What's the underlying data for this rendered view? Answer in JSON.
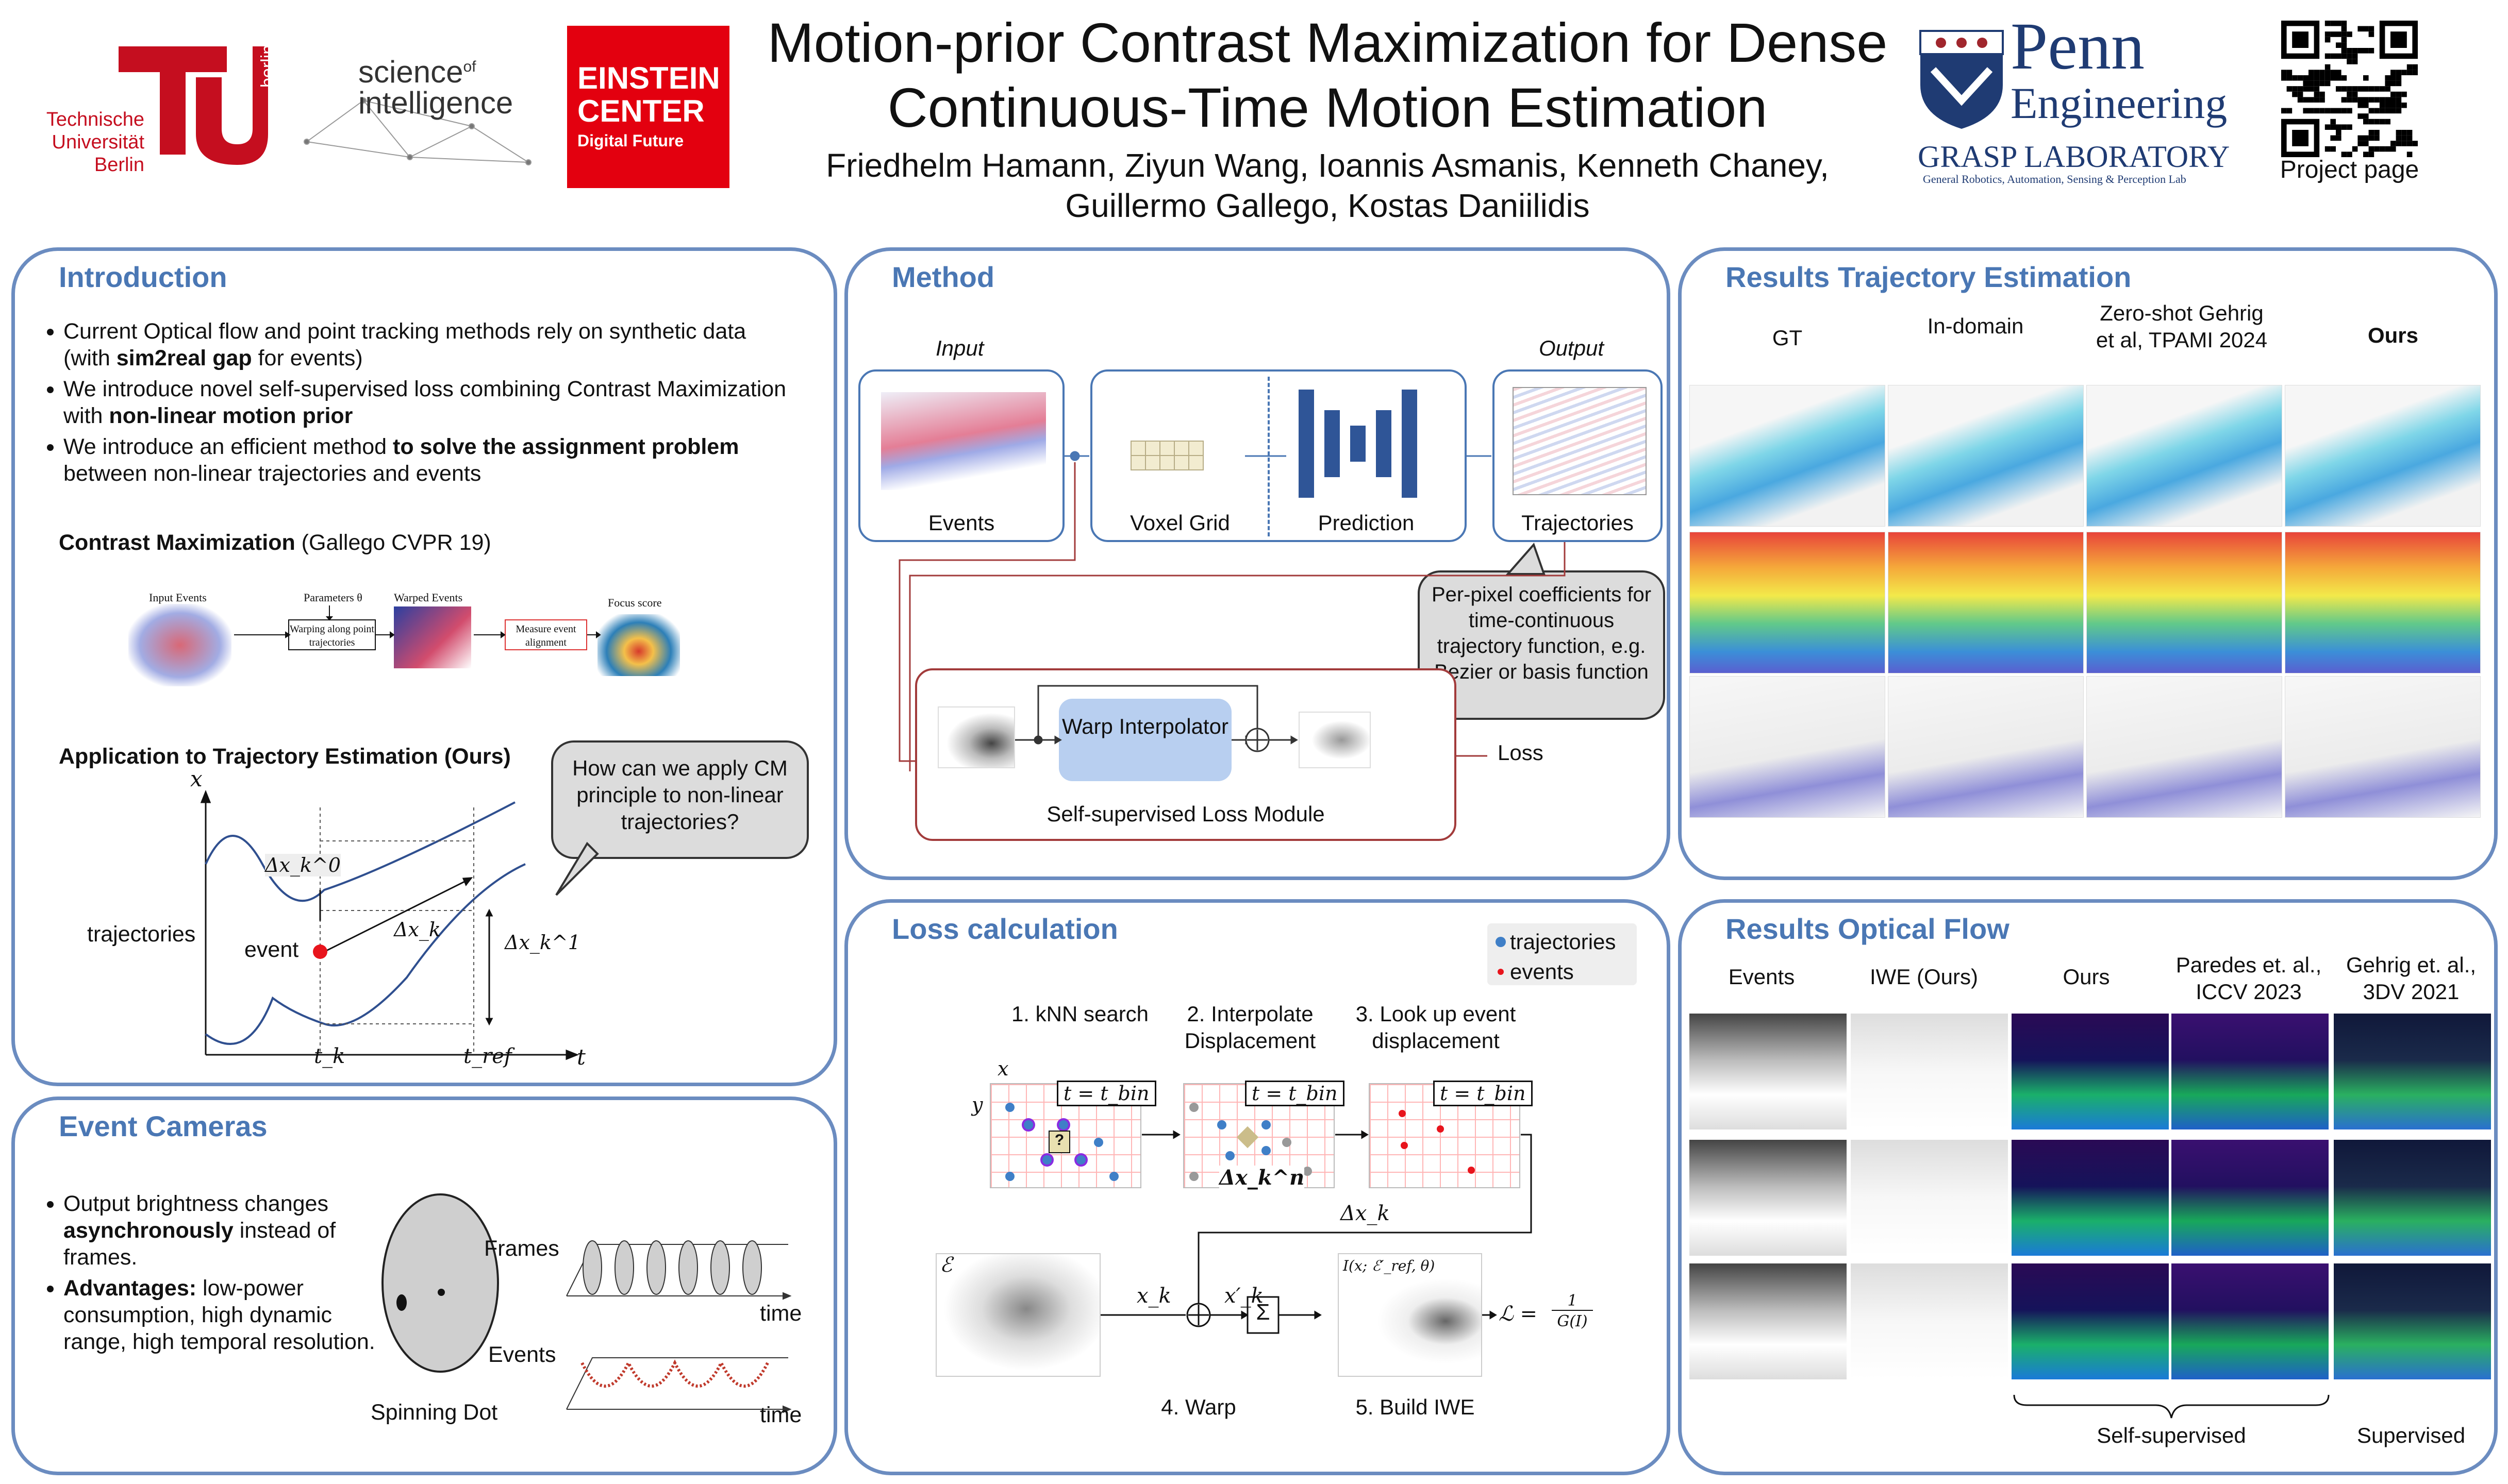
{
  "header": {
    "title_line1": "Motion-prior Contrast Maximization for Dense",
    "title_line2": "Continuous-Time Motion Estimation",
    "authors_line1": "Friedhelm Hamann, Ziyun Wang, Ioannis Asmanis, Kenneth Chaney,",
    "authors_line2": "Guillermo Gallego, Kostas Daniilidis",
    "tu_line1": "Technische",
    "tu_line2": "Universität",
    "tu_line3": "Berlin",
    "tu_side": "berlin",
    "soi_line1": "science",
    "soi_of": "of",
    "soi_line2": "intelligence",
    "einstein_line1": "EINSTEIN",
    "einstein_line2": "CENTER",
    "einstein_line3": "Digital Future",
    "penn_line1": "Penn",
    "penn_line2": "Engineering",
    "penn_line3": "GRASP LABORATORY",
    "penn_line4": "General Robotics, Automation, Sensing & Perception Lab",
    "qr_label": "Project page"
  },
  "intro": {
    "title": "Introduction",
    "b1_pre": "Current Optical flow and point tracking methods rely on synthetic data (with ",
    "b1_bold": "sim2real gap",
    "b1_post": " for events)",
    "b2_pre": "We introduce novel self-supervised loss combining Contrast Maximization with ",
    "b2_bold": "non-linear motion prior",
    "b3_pre": "We introduce an efficient method ",
    "b3_bold": "to solve the assignment problem",
    "b3_post": " between non-linear trajectories and events",
    "cm_bold": "Contrast Maximization",
    "cm_rest": " (Gallego CVPR 19)",
    "cm_input": "Input Events",
    "cm_params": "Parameters θ",
    "cm_warp_box": "Warping along point trajectories",
    "cm_warped": "Warped Events",
    "cm_measure_box": "Measure event alignment",
    "cm_focus": "Focus score",
    "app_title": "Application to Trajectory Estimation (Ours)",
    "callout": "How can we apply CM principle to non-linear trajectories?",
    "axis_x": "x",
    "axis_t": "t",
    "label_trajectories": "trajectories",
    "label_event": "event",
    "tk": "t_k",
    "tref": "t_ref",
    "dx0": "Δx_k^0",
    "dx": "Δx_k",
    "dx1": "Δx_k^1"
  },
  "eventcams": {
    "title": "Event Cameras",
    "b1_pre": "Output brightness changes ",
    "b1_bold": "asynchronously",
    "b1_post": " instead of frames.",
    "b2_bold": "Advantages:",
    "b2_post": " low-power consumption, high dynamic range, high temporal resolution.",
    "spinning": "Spinning Dot",
    "frames": "Frames",
    "events": "Events",
    "time1": "time",
    "time2": "time"
  },
  "method": {
    "title": "Method",
    "input": "Input",
    "output": "Output",
    "events": "Events",
    "voxel": "Voxel Grid",
    "prediction": "Prediction",
    "trajectories": "Trajectories",
    "callout": "Per-pixel coefficients for time-continuous trajectory function, e.g. Bezier or basis function",
    "warp": "Warp Interpolator",
    "loss": "Loss",
    "module": "Self-supervised Loss Module"
  },
  "losscalc": {
    "title": "Loss calculation",
    "legend_traj": "trajectories",
    "legend_events": "events",
    "step1": "1. kNN search",
    "step2": "2. Interpolate Displacement",
    "step3": "3. Look up event displacement",
    "step4": "4. Warp",
    "step5": "5. Build IWE",
    "tbin": "t = t_bin",
    "axis_x": "x",
    "axis_y": "y",
    "dxn": "Δx_k^n",
    "dxk": "Δx_k",
    "xk": "x_k",
    "xk_prime": "x′_k",
    "eps": "ℰ",
    "iwe_label": "I(x; ℰ′_ref, θ)",
    "loss_lhs": "ℒ =",
    "loss_num": "1",
    "loss_den": "G(I)",
    "q_mark": "?"
  },
  "traj_results": {
    "title": "Results Trajectory Estimation",
    "col1": "GT",
    "col2": "In-domain",
    "col3": "Zero-shot Gehrig et al, TPAMI 2024",
    "col4": "Ours"
  },
  "flow_results": {
    "title": "Results Optical Flow",
    "col1": "Events",
    "col2": "IWE (Ours)",
    "col3": "Ours",
    "col4": "Paredes et. al., ICCV 2023",
    "col5": "Gehrig et. al., 3DV 2021",
    "group1": "Self-supervised",
    "group2": "Supervised"
  },
  "colors": {
    "panel_border": "#6b8cc0",
    "title_blue": "#4a77b4",
    "tu_red": "#c50e1f",
    "einstein_red": "#e3000f",
    "penn_blue": "#1f3b73",
    "event_red": "#e8141c",
    "traj_blue": "#3f7fc7"
  }
}
